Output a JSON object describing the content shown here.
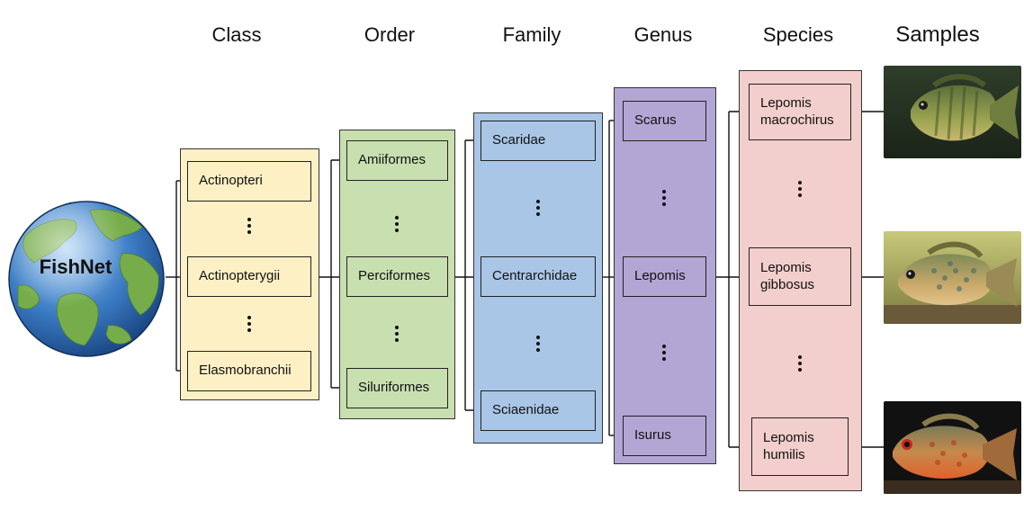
{
  "root": {
    "label": "FishNet",
    "icon": "globe-icon"
  },
  "columns": [
    {
      "key": "class",
      "title": "Class",
      "color": "#fcf0c4",
      "nodes": [
        "Actinopteri",
        "Actinopterygii",
        "Elasmobranchii"
      ]
    },
    {
      "key": "order",
      "title": "Order",
      "color": "#c8dfb0",
      "nodes": [
        "Amiiformes",
        "Perciformes",
        "Siluriformes"
      ]
    },
    {
      "key": "family",
      "title": "Family",
      "color": "#a9c6e6",
      "nodes": [
        "Scaridae",
        "Centrarchidae",
        "Sciaenidae"
      ]
    },
    {
      "key": "genus",
      "title": "Genus",
      "color": "#b2a6d4",
      "nodes": [
        "Scarus",
        "Lepomis",
        "Isurus"
      ]
    },
    {
      "key": "species",
      "title": "Species",
      "color": "#f2cfcc",
      "nodes": [
        "Lepomis\nmacrochirus",
        "Lepomis\ngibbosus",
        "Lepomis\nhumilis"
      ]
    }
  ],
  "samples": {
    "title": "Samples",
    "items": [
      {
        "name": "fish-sample-macrochirus",
        "icon": "fish-photo-icon"
      },
      {
        "name": "fish-sample-gibbosus",
        "icon": "fish-photo-icon"
      },
      {
        "name": "fish-sample-humilis",
        "icon": "fish-photo-icon"
      }
    ]
  },
  "colors": {
    "line": "#111111",
    "ocean": "#2e6fb4",
    "land": "#6fa844"
  }
}
